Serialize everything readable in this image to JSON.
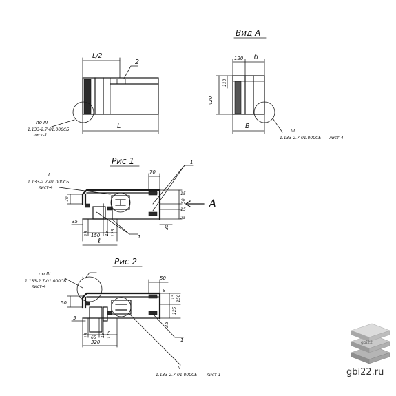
{
  "views": {
    "view_a_title": "Вид А",
    "fig1_title": "Рис 1",
    "fig2_title": "Рис 2",
    "section_arrow": "А"
  },
  "top_left": {
    "dim_half": "L/2",
    "dim_full": "L",
    "callout_2": "2",
    "ref_prefix": "по III",
    "ref_doc": "1.133-2.7-01.000СБ",
    "ref_sheet": "лист-1"
  },
  "top_right": {
    "dim_120": "120",
    "dim_b_small": "б",
    "dim_420": "420",
    "dim_110": "110",
    "dim_b": "В",
    "ref_mark": "III",
    "ref_doc": "1.133-2.7-01.000СБ",
    "ref_sheet": "лист-4"
  },
  "fig1": {
    "ref_mark": "I",
    "ref_doc": "1.133-2.7-01.000СБ",
    "ref_sheet": "лист-4",
    "dim_70_top": "70",
    "dim_70_left": "70",
    "dim_15_a": "15",
    "dim_50": "50",
    "dim_15_b": "15",
    "dim_25": "25",
    "dim_35_left": "35",
    "dim_35_right": "35",
    "dim_15_c": "15",
    "dim_150": "150",
    "dim_15_d": "15",
    "dim_125": "125",
    "dim_l": "ℓ",
    "callout_1_top": "1",
    "callout_1_bottom": "1"
  },
  "fig2": {
    "ref_prefix": "по III",
    "ref_doc": "1.133-2.7-01.000СБ",
    "ref_sheet": "лист-4",
    "dim_50_top": "50",
    "dim_50_left": "50",
    "dim_5_left": "5",
    "dim_5_mid": "5",
    "dim_15": "15",
    "dim_150": "150",
    "dim_125": "125",
    "dim_35": "35",
    "dim_15_b": "15",
    "dim_65": "65",
    "dim_15_c": "15",
    "dim_175": "175",
    "dim_320": "320",
    "callout_1_top": "1",
    "callout_1_bottom": "1",
    "ref_mark_bottom": "II",
    "ref_doc_bottom": "1.133-2.7-01.000СБ",
    "ref_sheet_bottom": "лист-1"
  },
  "watermark": {
    "logo_word": "gbi22",
    "site": "gbi22.ru",
    "icon": "stacked-slabs-icon"
  }
}
